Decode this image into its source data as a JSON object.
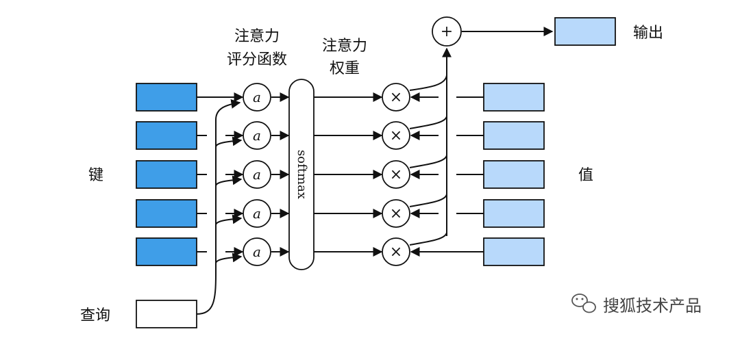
{
  "labels": {
    "keys": "键",
    "values": "值",
    "query": "查询",
    "output": "输出",
    "score_func_line1": "注意力",
    "score_func_line2": "评分函数",
    "weights_line1": "注意力",
    "weights_line2": "权重",
    "softmax": "softmax",
    "score_symbol": "a",
    "multiply_symbol": "×",
    "sum_symbol": "+"
  },
  "watermark": {
    "text": "搜狐技术产品",
    "icon": "wechat-icon"
  },
  "colors": {
    "key_fill": "#3f9ee8",
    "value_fill": "#b8d9fb",
    "output_fill": "#b8d9fb",
    "query_fill": "#ffffff"
  }
}
